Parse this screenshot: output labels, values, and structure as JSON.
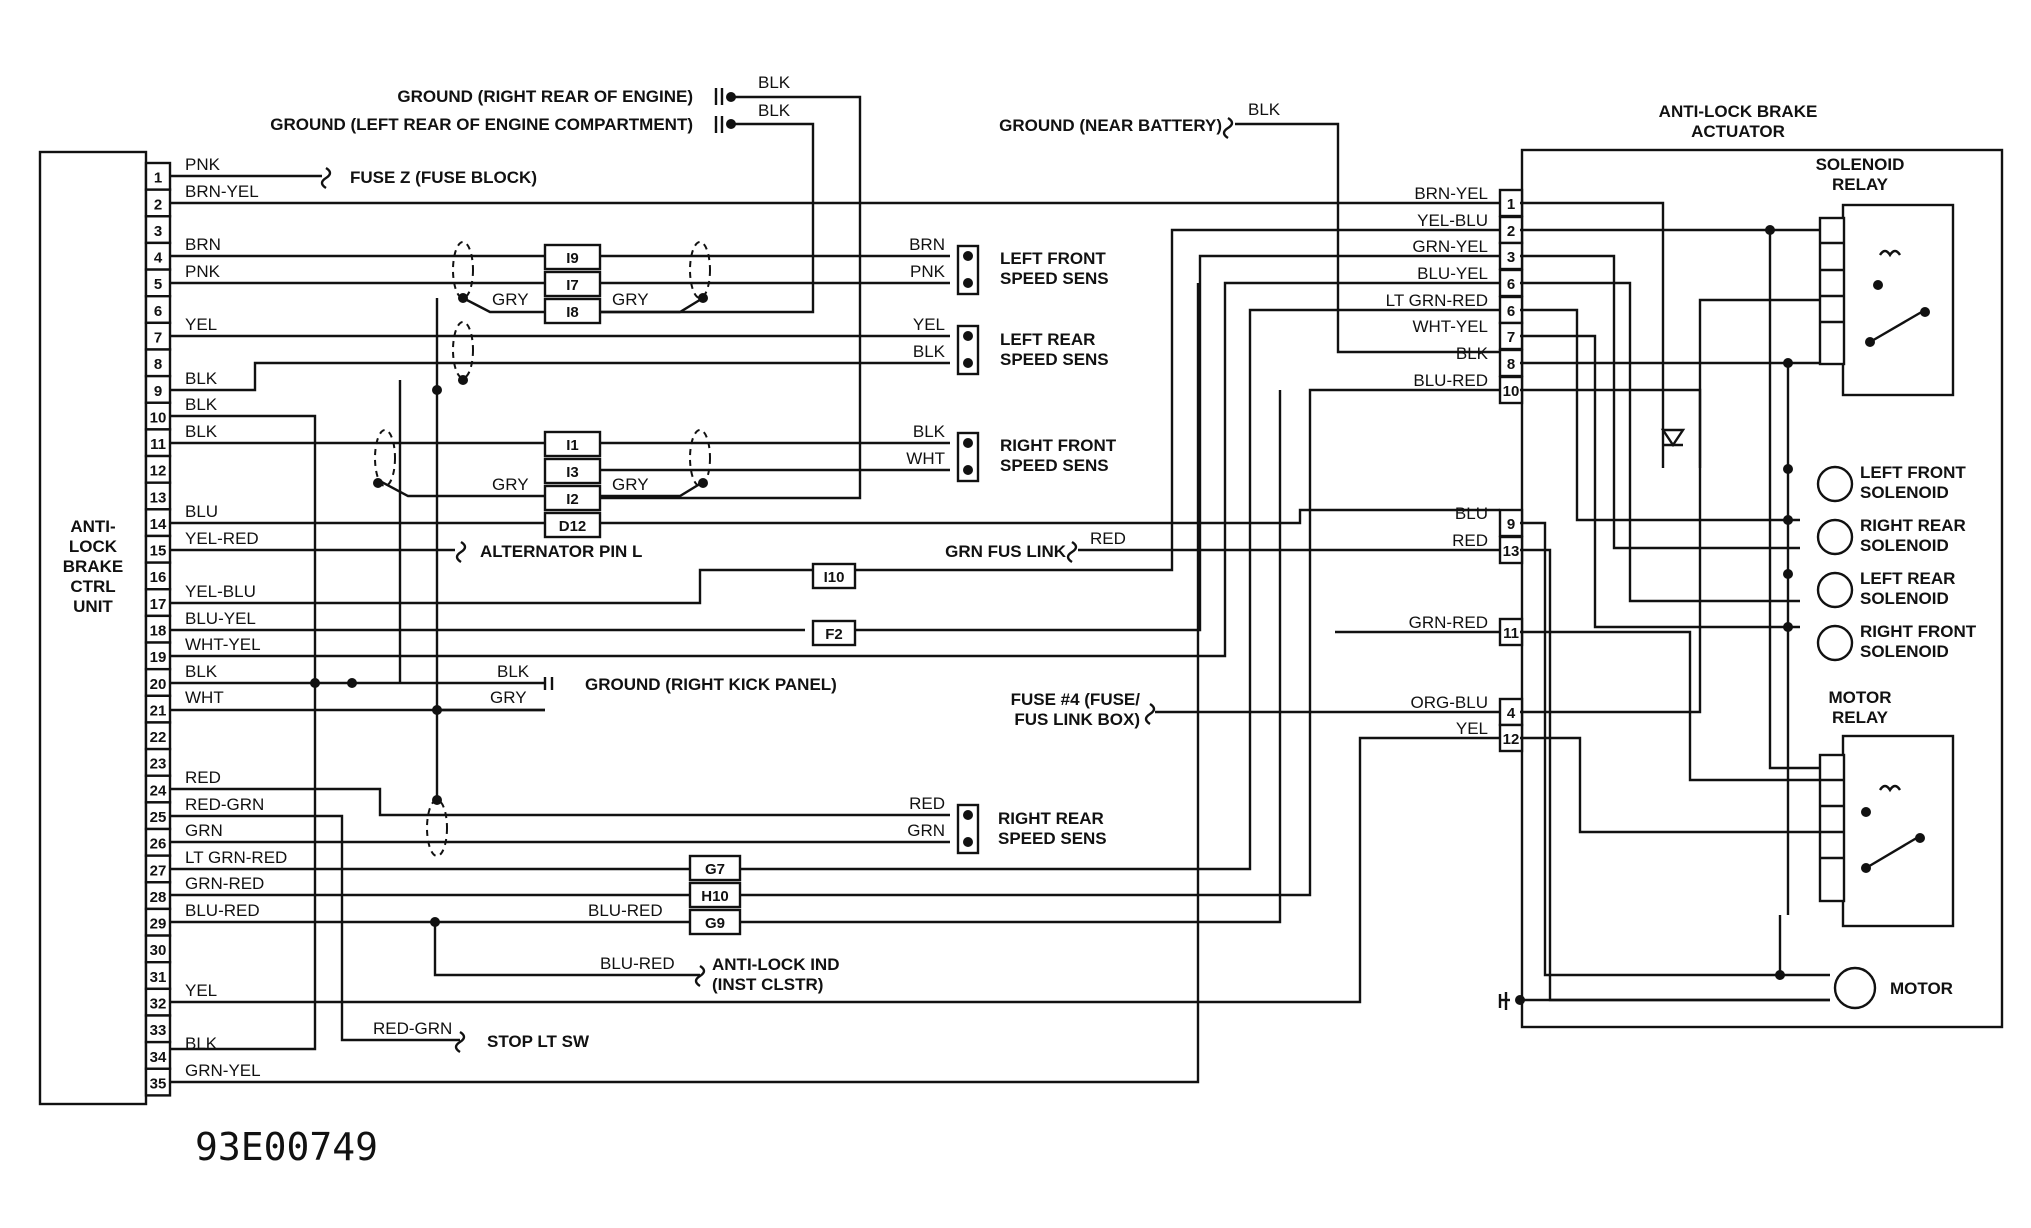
{
  "diagram_id": "93E00749",
  "ecu": {
    "title_lines": [
      "ANTI-",
      "LOCK",
      "BRAKE",
      "CTRL",
      "UNIT"
    ],
    "pins": [
      "1",
      "2",
      "3",
      "4",
      "5",
      "6",
      "7",
      "8",
      "9",
      "10",
      "11",
      "12",
      "13",
      "14",
      "15",
      "16",
      "17",
      "18",
      "19",
      "20",
      "21",
      "22",
      "23",
      "24",
      "25",
      "26",
      "27",
      "28",
      "29",
      "30",
      "31",
      "32",
      "33",
      "34",
      "35"
    ]
  },
  "actuator": {
    "title_lines": [
      "ANTI-LOCK BRAKE",
      "ACTUATOR"
    ],
    "pins_top": [
      "1",
      "2",
      "3",
      "6",
      "6",
      "7",
      "8",
      "10"
    ],
    "pins_mid": [
      "9",
      "13"
    ],
    "pins_11": "11",
    "pins_low": [
      "4",
      "12"
    ],
    "top_wires": [
      "BRN-YEL",
      "YEL-BLU",
      "GRN-YEL",
      "BLU-YEL",
      "LT GRN-RED",
      "WHT-YEL",
      "BLK",
      "BLU-RED"
    ],
    "mid_wires": [
      "BLU",
      "RED"
    ],
    "wire_11": "GRN-RED",
    "low_wires": [
      "ORG-BLU",
      "YEL"
    ],
    "solenoid_relay": [
      "SOLENOID",
      "RELAY"
    ],
    "motor_relay": [
      "MOTOR",
      "RELAY"
    ],
    "motor": "MOTOR",
    "solenoids": [
      [
        "LEFT FRONT",
        "SOLENOID"
      ],
      [
        "RIGHT REAR",
        "SOLENOID"
      ],
      [
        "LEFT REAR",
        "SOLENOID"
      ],
      [
        "RIGHT FRONT",
        "SOLENOID"
      ]
    ]
  },
  "ecu_wires": {
    "p1": "PNK",
    "p2": "BRN-YEL",
    "p4": "BRN",
    "p5": "PNK",
    "p7": "YEL",
    "p9": "BLK",
    "p10": "BLK",
    "p11": "BLK",
    "p14": "BLU",
    "p15": "YEL-RED",
    "p17": "YEL-BLU",
    "p18": "BLU-YEL",
    "p19": "WHT-YEL",
    "p20": "BLK",
    "p21": "WHT",
    "p24": "RED",
    "p25": "RED-GRN",
    "p26": "GRN",
    "p27": "LT GRN-RED",
    "p28": "GRN-RED",
    "p29": "BLU-RED",
    "p32": "YEL",
    "p34": "BLK",
    "p35": "GRN-YEL"
  },
  "grounds": {
    "right_rear_engine": "GROUND (RIGHT REAR OF ENGINE)",
    "left_rear_engine": "GROUND (LEFT REAR OF ENGINE COMPARTMENT)",
    "near_battery": "GROUND (NEAR BATTERY)",
    "right_kick_panel": "GROUND (RIGHT KICK PANEL)",
    "blk": "BLK"
  },
  "connectors": [
    "I9",
    "I7",
    "I8",
    "I1",
    "I3",
    "I2",
    "D12",
    "I10",
    "F2",
    "G7",
    "H10",
    "G9"
  ],
  "shield_wire": "GRY",
  "sensors": {
    "left_front": {
      "lines": [
        "LEFT FRONT",
        "SPEED SENS"
      ],
      "wires": [
        "BRN",
        "PNK"
      ]
    },
    "left_rear": {
      "lines": [
        "LEFT REAR",
        "SPEED SENS"
      ],
      "wires": [
        "YEL",
        "BLK"
      ]
    },
    "right_front": {
      "lines": [
        "RIGHT FRONT",
        "SPEED SENS"
      ],
      "wires": [
        "BLK",
        "WHT"
      ]
    },
    "right_rear": {
      "lines": [
        "RIGHT REAR",
        "SPEED SENS"
      ],
      "wires": [
        "RED",
        "GRN"
      ]
    }
  },
  "labels": {
    "fuse_z": "FUSE Z (FUSE BLOCK)",
    "alternator": "ALTERNATOR PIN L",
    "grn_fus_link": "GRN FUS LINK",
    "grn_fus_wire": "RED",
    "fuse4_lines": [
      "FUSE #4 (FUSE/",
      "FUS LINK BOX)"
    ],
    "antilock_ind_lines": [
      "ANTI-LOCK IND",
      "(INST CLSTR)"
    ],
    "antilock_ind_wire": "BLU-RED",
    "blu_red_29": "BLU-RED",
    "stop_lt_sw": "STOP LT SW",
    "stop_lt_wire": "RED-GRN"
  }
}
